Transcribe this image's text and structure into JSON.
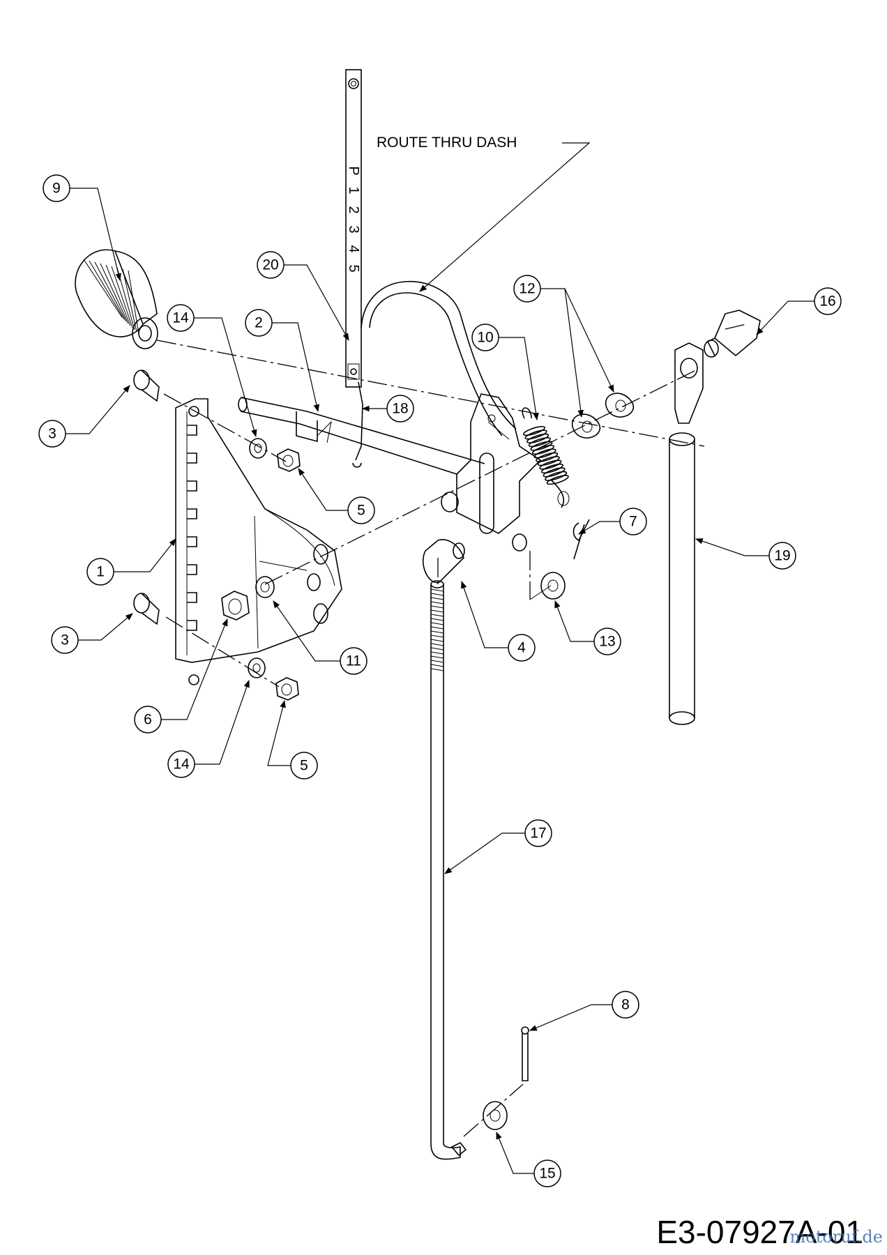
{
  "note": "ROUTE THRU DASH",
  "shift_plate": {
    "positions": [
      "P",
      "1",
      "2",
      "3",
      "4",
      "5"
    ]
  },
  "callouts": [
    "1",
    "2",
    "3",
    "3",
    "4",
    "5",
    "5",
    "6",
    "7",
    "8",
    "9",
    "10",
    "11",
    "12",
    "13",
    "14",
    "14",
    "15",
    "16",
    "17",
    "18",
    "19",
    "20"
  ],
  "drawing_number": "E3-07927A-01",
  "watermark": "motoruf.de"
}
